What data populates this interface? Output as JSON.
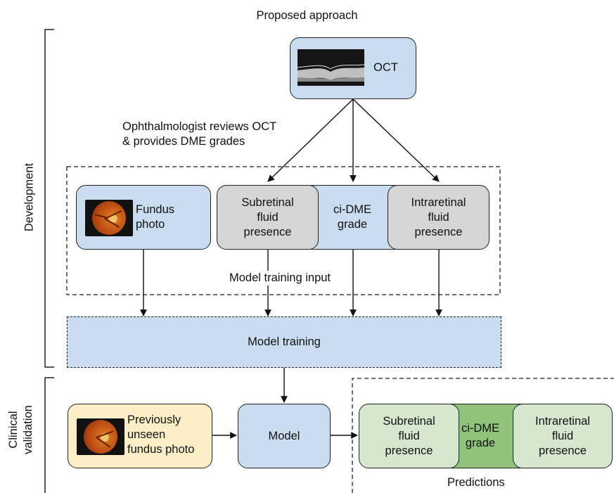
{
  "title": "Proposed approach",
  "oct": {
    "label": "OCT"
  },
  "review_note": {
    "text": "Ophthalmologist reviews OCT\n& provides DME grades"
  },
  "development": {
    "side_label": "Development",
    "fundus": {
      "label": "Fundus\nphoto"
    },
    "subretinal": {
      "label": "Subretinal\nfluid\npresence"
    },
    "cidme": {
      "label": "ci-DME\ngrade"
    },
    "intraretinal": {
      "label": "Intraretinal\nfluid\npresence"
    },
    "input_caption": "Model training input",
    "training": {
      "label": "Model training"
    }
  },
  "clinical": {
    "side_label": "Clinical\nvalidation",
    "unseen": {
      "label": "Previously\nunseen\nfundus photo"
    },
    "model": {
      "label": "Model"
    },
    "pred_subretinal": {
      "label": "Subretinal\nfluid\npresence"
    },
    "pred_cidme": {
      "label": "ci-DME\ngrade"
    },
    "pred_intraretinal": {
      "label": "Intraretinal\nfluid\npresence"
    },
    "predictions_caption": "Predictions"
  },
  "colors": {
    "blue": "#c9dcf0",
    "gray": "#d6d6d6",
    "yellow": "#fcefc8",
    "light_green": "#d5e8cf",
    "dark_green": "#8fc37c"
  }
}
